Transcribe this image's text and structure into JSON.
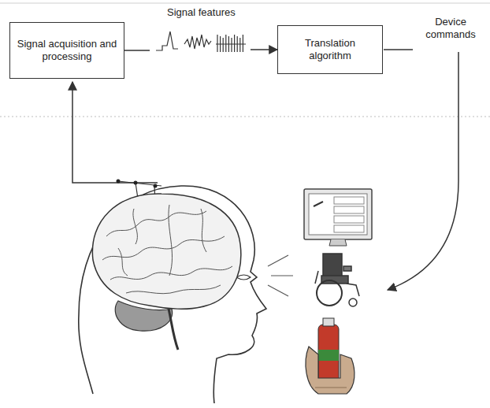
{
  "diagram": {
    "nodes": [
      {
        "text": [
          "Signal acquisition and processing"
        ]
      },
      {
        "text": [
          "Translation algorithm"
        ]
      }
    ],
    "edges": [
      {
        "from": 0,
        "to": 1,
        "arrow": "to",
        "label": "Signal features"
      }
    ],
    "labels": [
      "Device commands"
    ]
  }
}
